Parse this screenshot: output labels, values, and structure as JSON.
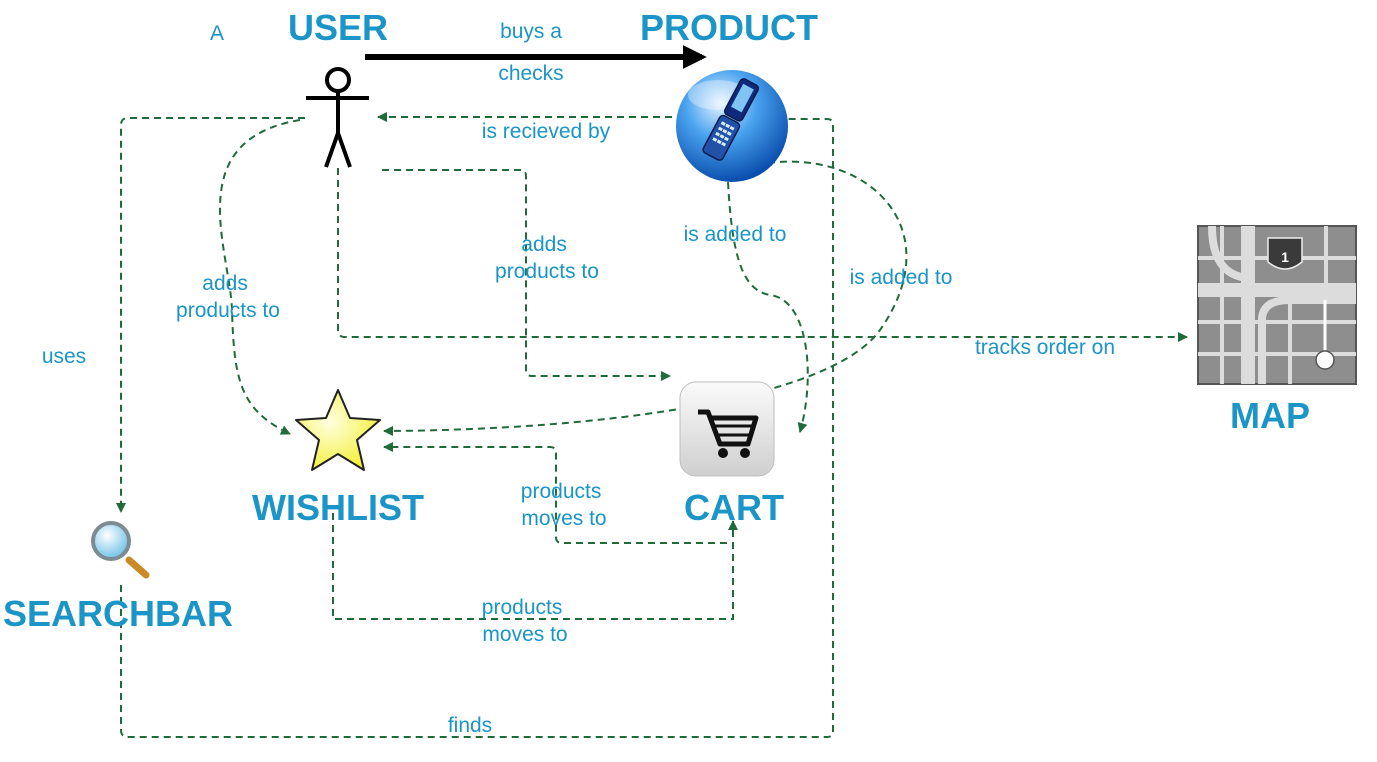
{
  "corner_label": "A",
  "colors": {
    "label": "#1b95c8",
    "connector": "#1f6b3a",
    "arrow": "#000000"
  },
  "nodes": {
    "user": {
      "label": "USER",
      "icon": "stick-figure-icon"
    },
    "product": {
      "label": "PRODUCT",
      "icon": "flip-phone-icon"
    },
    "wishlist": {
      "label": "WISHLIST",
      "icon": "star-icon"
    },
    "cart": {
      "label": "CART",
      "icon": "shopping-cart-icon"
    },
    "searchbar": {
      "label": "SEARCHBAR",
      "icon": "magnifier-icon"
    },
    "map": {
      "label": "MAP",
      "icon": "road-map-icon"
    }
  },
  "edges": {
    "buys": "buys a",
    "checks": "checks",
    "received": "is recieved by",
    "adds_wishlist": [
      "adds",
      "products to"
    ],
    "adds_cart": [
      "adds",
      "products to"
    ],
    "product_to_cart": "is added to",
    "product_to_wishlist": "is added to",
    "uses": "uses",
    "tracks": "tracks order on",
    "moves_upper": [
      "products",
      "moves to"
    ],
    "moves_lower": [
      "products",
      "moves to"
    ],
    "finds": "finds"
  }
}
